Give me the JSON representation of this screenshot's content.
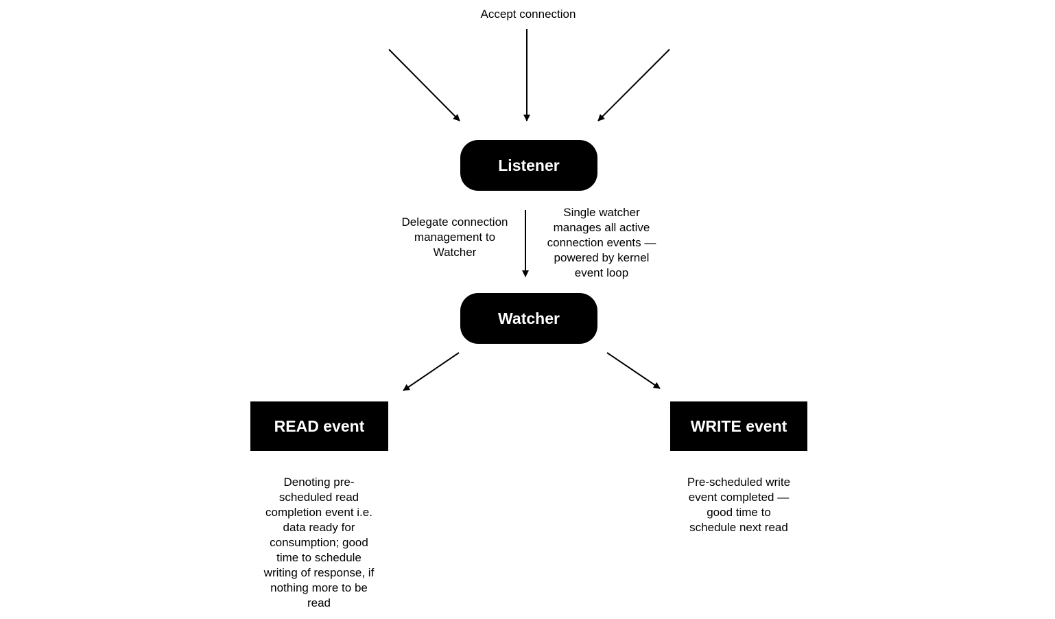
{
  "diagram": {
    "top_label": "Accept connection",
    "nodes": {
      "listener": "Listener",
      "watcher": "Watcher",
      "read_event": "READ event",
      "write_event": "WRITE event"
    },
    "edge_labels": {
      "delegate": "Delegate connection\nmanagement to\nWatcher",
      "single_watcher": "Single watcher\nmanages all active\nconnection events —\npowered by kernel\nevent loop"
    },
    "notes": {
      "read": "Denoting pre-\nscheduled read\ncompletion event i.e.\ndata ready for\nconsumption; good\ntime to schedule\nwriting of response, if\nnothing more to be\nread",
      "write": "Pre-scheduled write\nevent completed —\ngood time to\nschedule next read"
    }
  },
  "colors": {
    "node_fill": "#000000",
    "node_text": "#ffffff",
    "line": "#000000",
    "background": "#ffffff"
  }
}
